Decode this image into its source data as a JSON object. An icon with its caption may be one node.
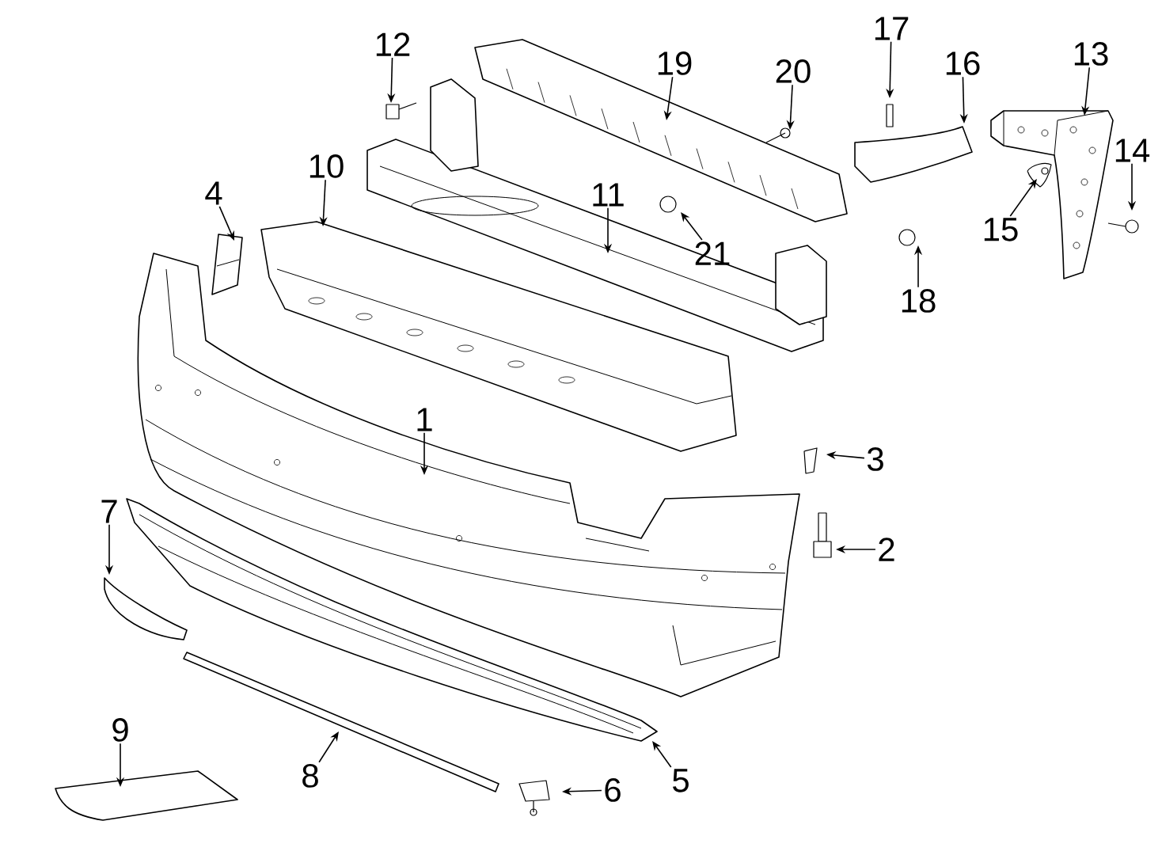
{
  "diagram": {
    "nodes": [
      {
        "text": [
          "1"
        ]
      },
      {
        "text": [
          "2"
        ]
      },
      {
        "text": [
          "3"
        ]
      },
      {
        "text": [
          "4"
        ]
      },
      {
        "text": [
          "5"
        ]
      },
      {
        "text": [
          "6"
        ]
      },
      {
        "text": [
          "7"
        ]
      },
      {
        "text": [
          "8"
        ]
      },
      {
        "text": [
          "9"
        ]
      },
      {
        "text": [
          "10"
        ]
      },
      {
        "text": [
          "11"
        ]
      },
      {
        "text": [
          "12"
        ]
      },
      {
        "text": [
          "13"
        ]
      },
      {
        "text": [
          "14"
        ]
      },
      {
        "text": [
          "15"
        ]
      },
      {
        "text": [
          "16"
        ]
      },
      {
        "text": [
          "17"
        ]
      },
      {
        "text": [
          "18"
        ]
      },
      {
        "text": [
          "19"
        ]
      },
      {
        "text": [
          "20"
        ]
      },
      {
        "text": [
          "21"
        ]
      }
    ],
    "edges": [
      {
        "from": 0,
        "to": null,
        "arrow": "to"
      },
      {
        "from": 1,
        "to": null,
        "arrow": "to"
      },
      {
        "from": 2,
        "to": null,
        "arrow": "to"
      },
      {
        "from": 3,
        "to": null,
        "arrow": "to"
      },
      {
        "from": 4,
        "to": null,
        "arrow": "to"
      },
      {
        "from": 5,
        "to": null,
        "arrow": "to"
      },
      {
        "from": 6,
        "to": null,
        "arrow": "to"
      },
      {
        "from": 7,
        "to": null,
        "arrow": "to"
      },
      {
        "from": 8,
        "to": null,
        "arrow": "to"
      },
      {
        "from": 9,
        "to": null,
        "arrow": "to"
      },
      {
        "from": 10,
        "to": null,
        "arrow": "to"
      },
      {
        "from": 11,
        "to": null,
        "arrow": "to"
      },
      {
        "from": 12,
        "to": null,
        "arrow": "to"
      },
      {
        "from": 13,
        "to": null,
        "arrow": "to"
      },
      {
        "from": 14,
        "to": null,
        "arrow": "to"
      },
      {
        "from": 15,
        "to": null,
        "arrow": "to"
      },
      {
        "from": 16,
        "to": null,
        "arrow": "to"
      },
      {
        "from": 17,
        "to": null,
        "arrow": "to"
      },
      {
        "from": 18,
        "to": null,
        "arrow": "to"
      },
      {
        "from": 19,
        "to": null,
        "arrow": "to"
      },
      {
        "from": 20,
        "to": null,
        "arrow": "to"
      }
    ]
  }
}
